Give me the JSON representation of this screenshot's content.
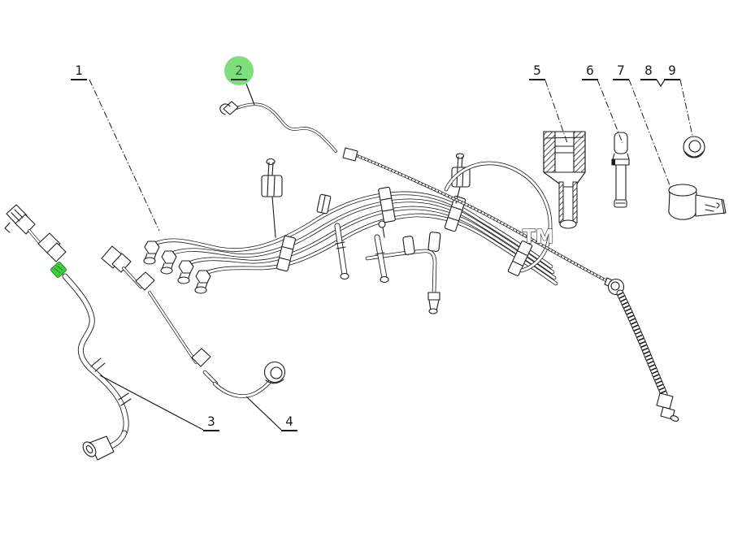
{
  "diagram": {
    "watermark": "TM",
    "callouts": [
      {
        "label": "1",
        "highlighted": false
      },
      {
        "label": "2",
        "highlighted": true
      },
      {
        "label": "3",
        "highlighted": false
      },
      {
        "label": "4",
        "highlighted": false
      },
      {
        "label": "5",
        "highlighted": false
      },
      {
        "label": "6",
        "highlighted": false
      },
      {
        "label": "7",
        "highlighted": false
      },
      {
        "label": "8",
        "highlighted": false
      },
      {
        "label": "9",
        "highlighted": false
      }
    ],
    "colors": {
      "background": "#ffffff",
      "line_color": "#1c1c1c",
      "highlight_circle": "#7ede7c",
      "highlight_marker": "#3ecf3e"
    }
  }
}
